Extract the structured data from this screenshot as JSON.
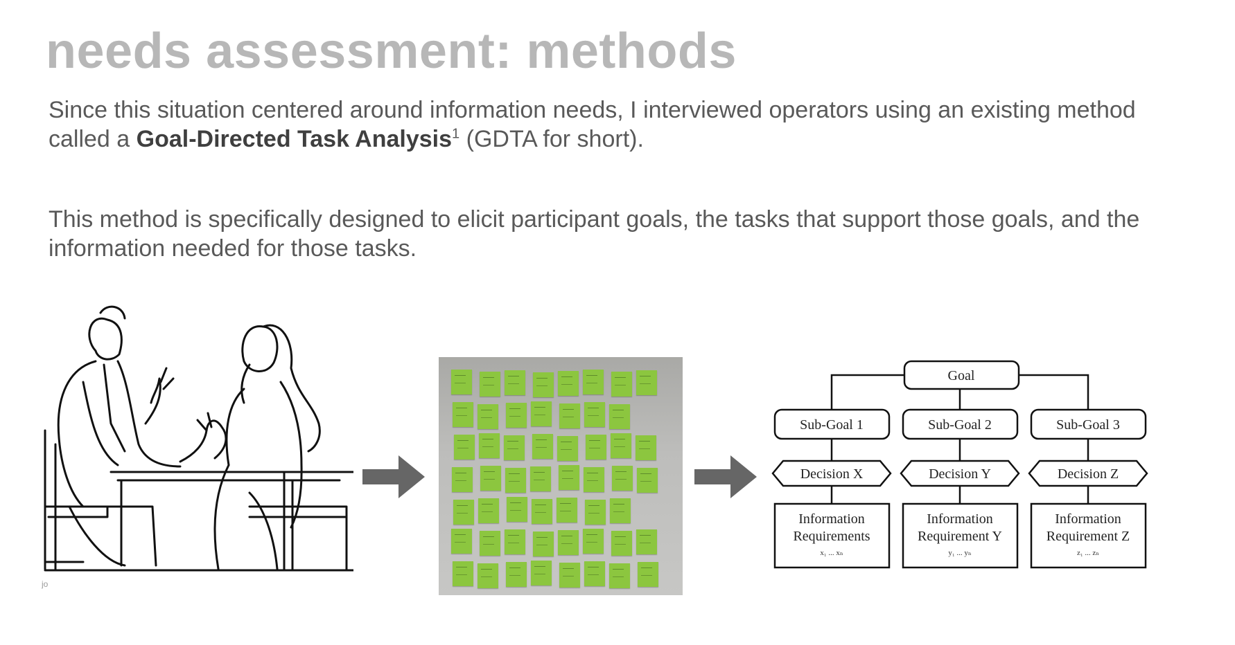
{
  "slide": {
    "title": "needs assessment: methods",
    "paragraph1": {
      "before": "Since this situation centered around information needs, I interviewed operators using an existing method called a ",
      "bold": "Goal-Directed Task Analysis",
      "sup": "1",
      "after": " (GDTA for short)."
    },
    "paragraph2": "This method is specifically designed to elicit participant goals, the tasks that support those goals, and the information needed for those tasks."
  },
  "illustration": {
    "corner_mark": "jo"
  },
  "diagram": {
    "goal": "Goal",
    "subgoals": [
      "Sub-Goal 1",
      "Sub-Goal 2",
      "Sub-Goal 3"
    ],
    "decisions": [
      "Decision X",
      "Decision Y",
      "Decision Z"
    ],
    "requirements": [
      {
        "line1": "Information",
        "line2": "Requirements",
        "line3": "x₁ ... xₙ"
      },
      {
        "line1": "Information",
        "line2": "Requirement Y",
        "line3": "y₁ ... yₙ"
      },
      {
        "line1": "Information",
        "line2": "Requirement Z",
        "line3": "z₁ ... zₙ"
      }
    ]
  },
  "colors": {
    "title": "#b7b7b7",
    "body_text": "#595959",
    "arrow": "#666666",
    "sticky_note": "#8cc63f",
    "photo_background": "#bdbdbb"
  }
}
